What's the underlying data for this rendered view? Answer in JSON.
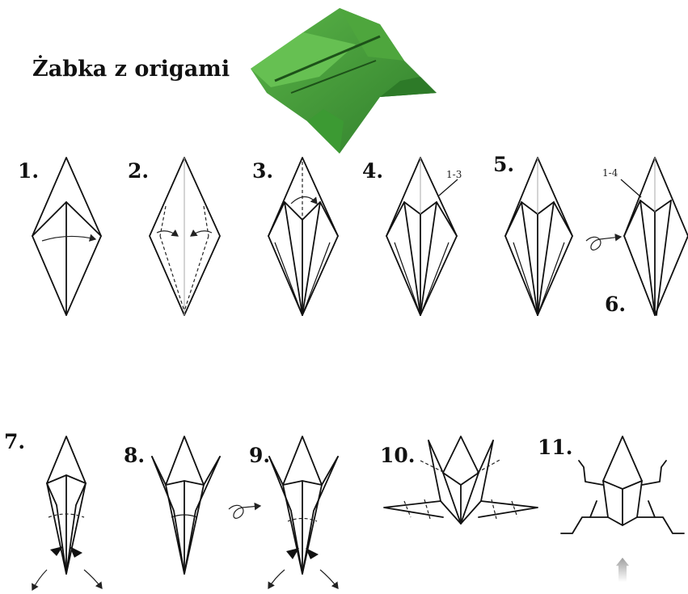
{
  "title": "Żabka z origami",
  "steps": [
    "1.",
    "2.",
    "3.",
    "4.",
    "5.",
    "6.",
    "7.",
    "8.",
    "9.",
    "10.",
    "11."
  ],
  "notes": {
    "step4": "1-3",
    "step6": "1-4"
  },
  "colors": {
    "line": "#111111",
    "frog": "#3f9a3a",
    "arrow_gray": "#bdbdbd"
  }
}
